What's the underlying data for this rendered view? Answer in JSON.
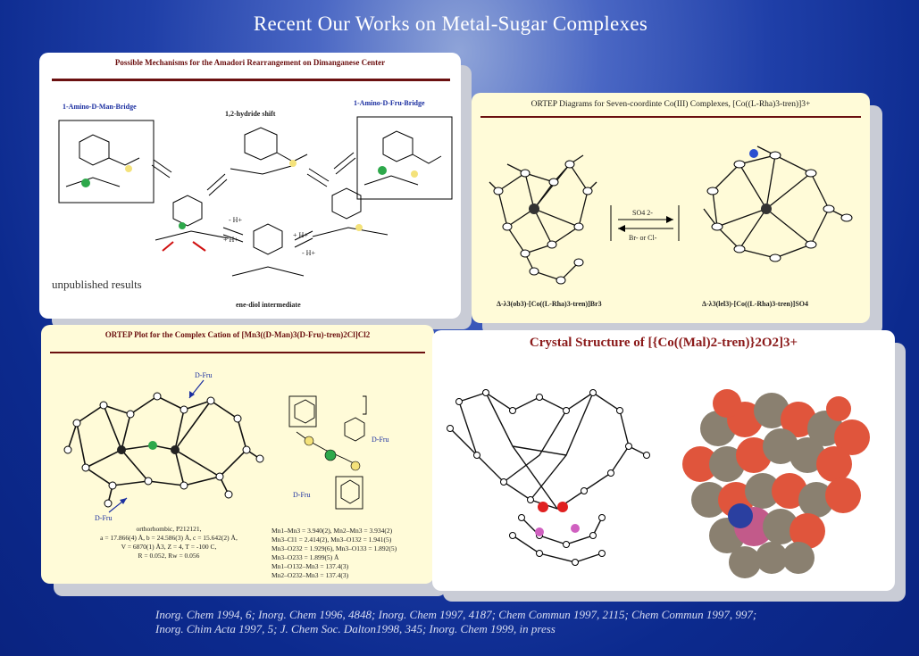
{
  "slide": {
    "title": "Recent Our Works on Metal-Sugar Complexes"
  },
  "panel1": {
    "title": "Possible Mechanisms for the Amadori Rearrangement on Dimanganese Center",
    "label_left": "1-Amino-D-Man-Bridge",
    "label_mid": "1,2-hydride shift",
    "label_right": "1-Amino-D-Fru-Bridge",
    "note": "unpublished results",
    "label_bottom": "ene-diol intermediate",
    "plus_h_left": "- H+",
    "plus_h_left2": "+ H+",
    "plus_h_right": "+ H+",
    "plus_h_right2": "- H+"
  },
  "panel2": {
    "title": "ORTEP Diagrams for Seven-coordinte Co(III) Complexes, [Co((L-Rha)3-tren)]3+",
    "reagent_top": "SO4 2-",
    "reagent_bottom": "Br- or Cl-",
    "caption_left": "Δ-λ3(ob3)-[Co((L-Rha)3-tren)]Br3",
    "caption_right": "Δ-λ3(lel3)-[Co((L-Rha)3-tren)]SO4"
  },
  "panel3": {
    "title": "ORTEP Plot for the Complex Cation of [Mn3((D-Man)3(D-Fru)-tren)2Cl]Cl2",
    "dfru_top": "D-Fru",
    "dfru_bottom": "D-Fru",
    "dfru_scheme1": "D-Fru",
    "dfru_scheme2": "D-Fru",
    "crystal": [
      "orthorhombic, P212121,",
      "a = 17.866(4) Å, b = 24.586(3) Å, c = 15.642(2) Å,",
      "V = 6870(1) Å3, Z = 4, T = -100 C,",
      "R = 0.052, Rw = 0.056"
    ],
    "distances": [
      "Mn1–Mn3 = 3.940(2), Mn2–Mn3 = 3.934(2)",
      "Mn3–Cl1 = 2.414(2), Mn3–O132 = 1.941(5)",
      "Mn3–O232 = 1.929(6), Mn3–O133 = 1.892(5)",
      "Mn3–O233 = 1.899(5) Å",
      "Mn1–O132–Mn3 = 137.4(3)",
      "Mn2–O232–Mn3 = 137.4(3)"
    ]
  },
  "panel4": {
    "title": "Crystal Structure of [{Co((Mal)2-tren)}2O2]3+"
  },
  "references": {
    "line1": "Inorg. Chem 1994, 6; Inorg. Chem 1996, 4848; Inorg. Chem 1997, 4187; Chem Commun 1997, 2115; Chem Commun 1997, 997;",
    "line2": "Inorg. Chim Acta 1997, 5; J. Chem Soc. Dalton1998, 345; Inorg. Chem 1999, in press"
  },
  "colors": {
    "panel_white": "#ffffff",
    "panel_cream": "#fffbd8",
    "title_rule": "#6b1010",
    "label_blue": "#1b2fa0",
    "oxygen_red": "#e0402c",
    "carbon_gray": "#8a8070"
  }
}
